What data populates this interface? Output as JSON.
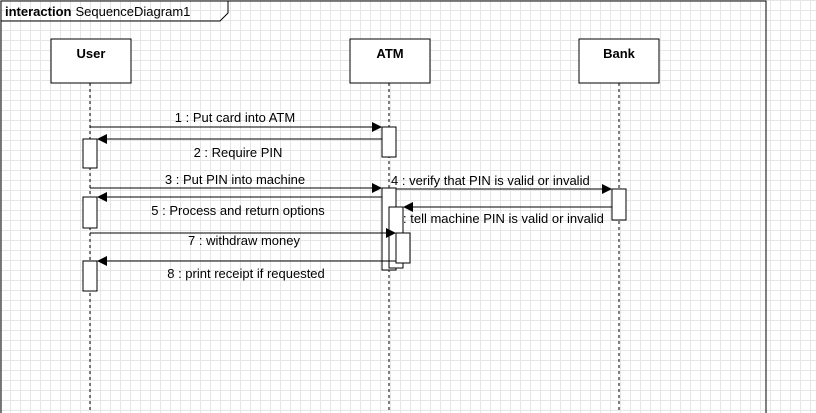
{
  "frame": {
    "keyword": "interaction",
    "name": "SequenceDiagram1"
  },
  "lifelines": [
    {
      "id": "user",
      "name": "User"
    },
    {
      "id": "atm",
      "name": "ATM"
    },
    {
      "id": "bank",
      "name": "Bank"
    }
  ],
  "messages": [
    {
      "id": "m1",
      "label": "1 : Put card into ATM",
      "from": "user",
      "to": "atm"
    },
    {
      "id": "m2",
      "label": "2 : Require PIN",
      "from": "atm",
      "to": "user"
    },
    {
      "id": "m3",
      "label": "3 : Put PIN into machine",
      "from": "user",
      "to": "atm"
    },
    {
      "id": "m4",
      "label": "4 : verify that PIN is valid  or invalid",
      "from": "atm",
      "to": "bank"
    },
    {
      "id": "m5",
      "label": "5 : Process and return options",
      "from": "atm",
      "to": "user"
    },
    {
      "id": "m6",
      "label": ": tell machine PIN is valid or invalid",
      "from": "bank",
      "to": "atm"
    },
    {
      "id": "m7",
      "label": "7 : withdraw money",
      "from": "user",
      "to": "atm"
    },
    {
      "id": "m8",
      "label": "8 : print receipt if requested",
      "from": "atm",
      "to": "user"
    }
  ]
}
